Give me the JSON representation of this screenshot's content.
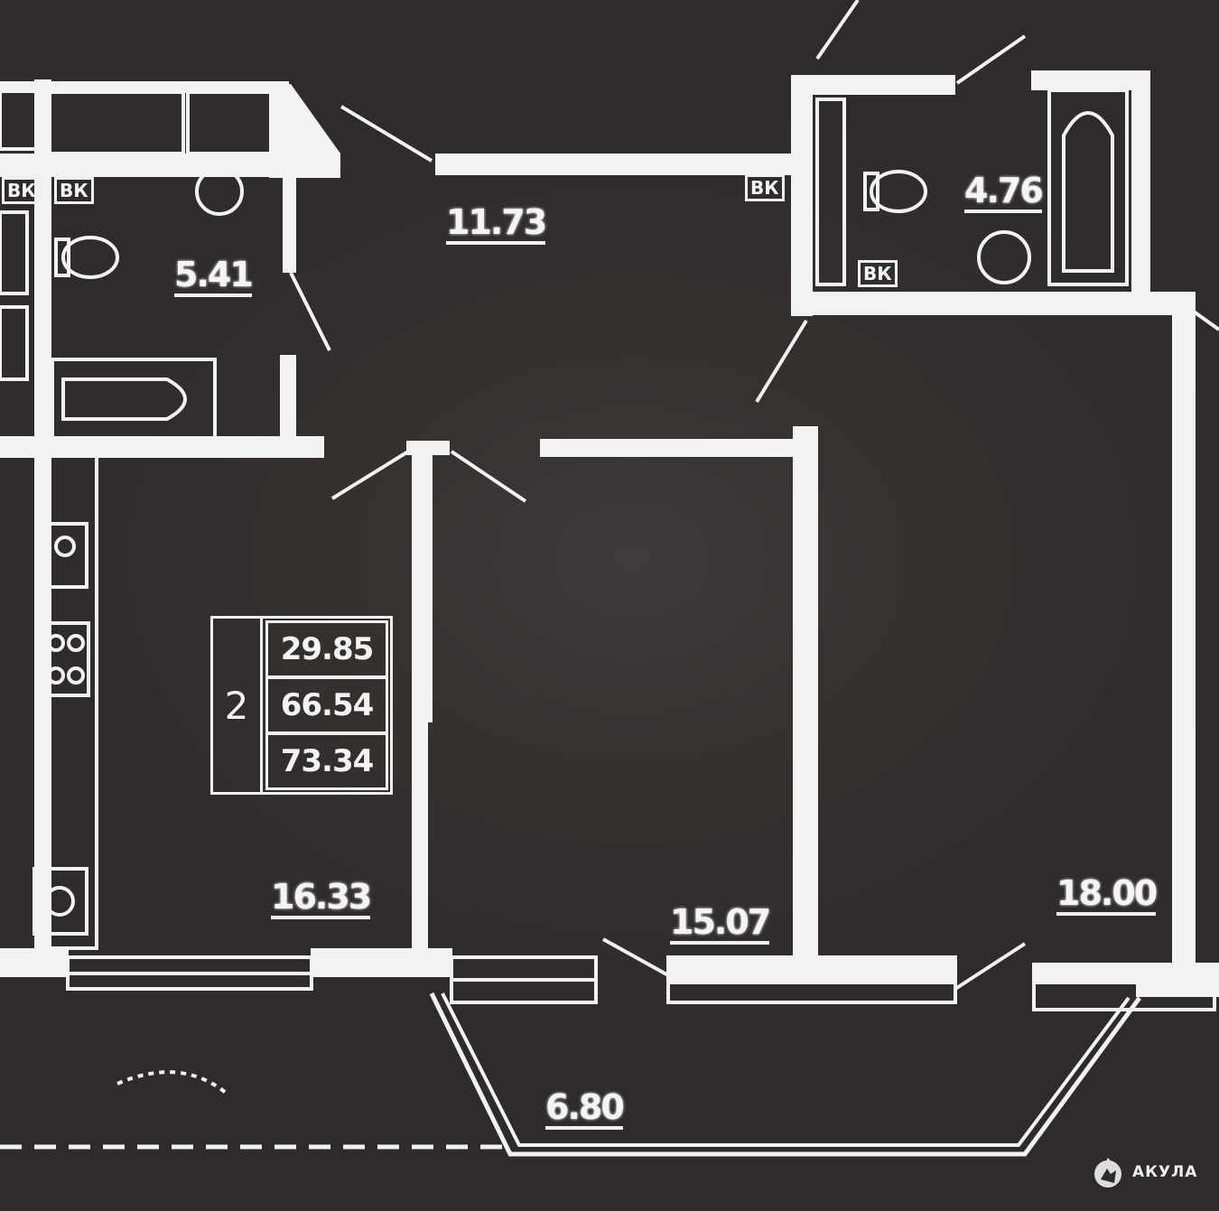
{
  "rooms": {
    "hall": "11.73",
    "bath_left": "5.41",
    "bath_right": "4.76",
    "living_kitchen": "16.33",
    "bedroom_middle": "15.07",
    "bedroom_right": "18.00",
    "balcony": "6.80"
  },
  "summary": {
    "room_count": "2",
    "living_area": "29.85",
    "total_area": "66.54",
    "total_with_balcony": "73.34"
  },
  "vent_label": "ВК",
  "watermark": "АКУЛА",
  "colors": {
    "background": "#2f2b2c",
    "lines": "#f2f2f2"
  }
}
